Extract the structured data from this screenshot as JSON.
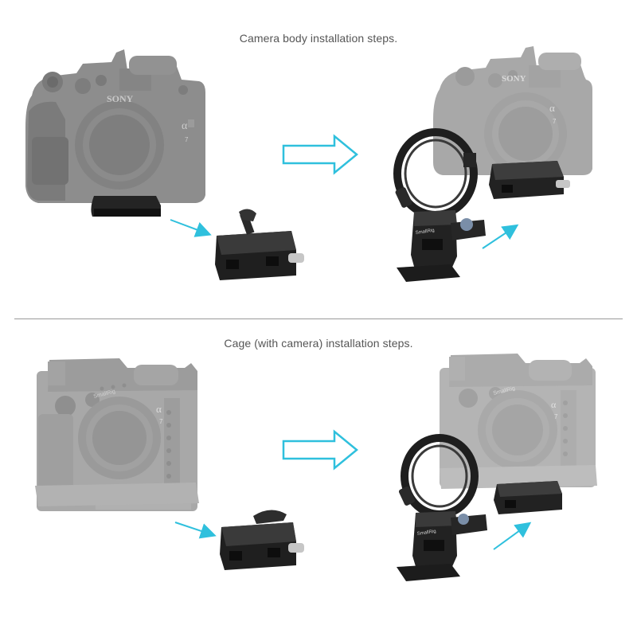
{
  "captions": {
    "camera_body": "Camera body  installation steps.",
    "cage": "Cage (with camera) installation steps."
  },
  "camera_labels": {
    "brand": "SONY",
    "model_alpha": "α",
    "model_number": "7"
  },
  "cage_labels": {
    "brand": "SmallRig"
  },
  "mount_labels": {
    "brand": "SmallRig"
  },
  "colors": {
    "arrow_cyan": "#2fc0dd",
    "camera_gray": "#8c8c8c",
    "cage_gray": "#a6a6a6",
    "hardware_black": "#1f1f1f",
    "divider": "#9a9a9a"
  },
  "icons": [
    "right-arrow-outline-icon",
    "diagonal-arrow-icon"
  ]
}
